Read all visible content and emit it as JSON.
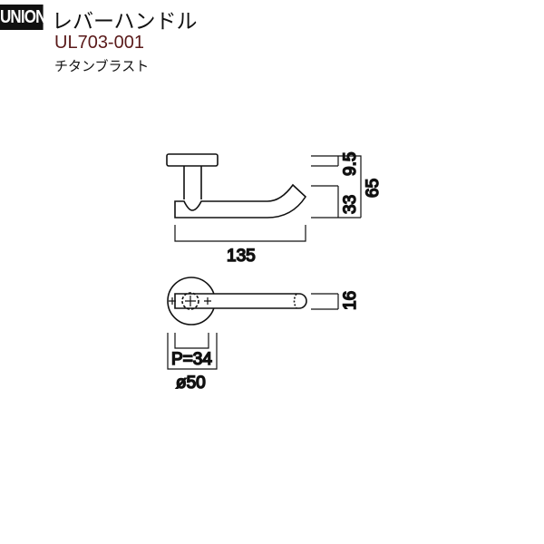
{
  "header": {
    "brand": "UNION",
    "product_type": "レバーハンドル",
    "model": "UL703-001",
    "finish": "チタンブラスト"
  },
  "colors": {
    "model_text": "#5a1a1a",
    "line": "#111111"
  },
  "drawing": {
    "dim_total_length": "135",
    "dim_rosette_thickness": "9.5",
    "dim_lever_offset": "33",
    "dim_total_projection": "65",
    "dim_lever_width": "16",
    "dim_pitch": "P=34",
    "dim_rosette_diameter": "ø50"
  }
}
